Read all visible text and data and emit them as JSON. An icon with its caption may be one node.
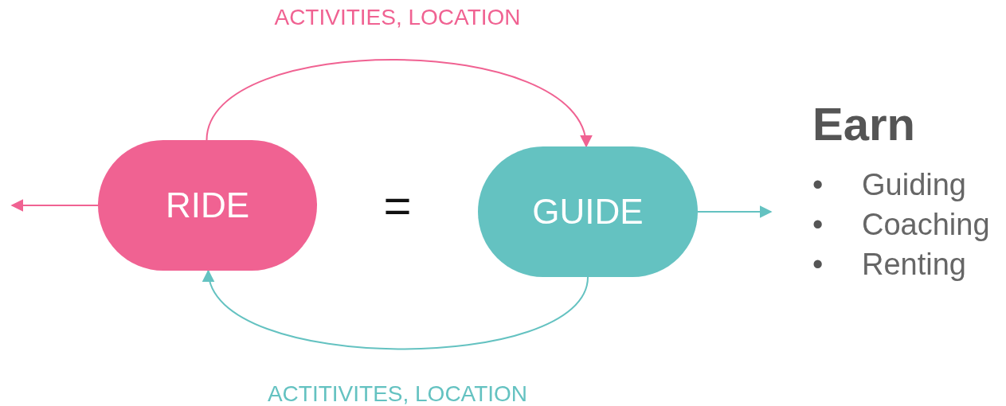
{
  "diagram": {
    "nodes": [
      {
        "text": [
          "RIDE"
        ]
      },
      {
        "text": [
          "GUIDE"
        ]
      }
    ],
    "edges": [
      {
        "from": 0,
        "to": 1,
        "arrow": "to",
        "label": "ACTIVITIES, LOCATION",
        "color": "#f06292"
      },
      {
        "from": 1,
        "to": 0,
        "arrow": "to",
        "label": "ACTITIVITES, LOCATION",
        "color": "#64c2c1"
      },
      {
        "from": 0,
        "to": null,
        "arrow": "to",
        "color": "#f06292"
      },
      {
        "from": 1,
        "to": null,
        "arrow": "to",
        "color": "#64c2c1"
      }
    ],
    "labels": [
      "=",
      "Earn",
      "•",
      "Guiding",
      "•",
      "Coaching",
      "•",
      "Renting"
    ]
  }
}
